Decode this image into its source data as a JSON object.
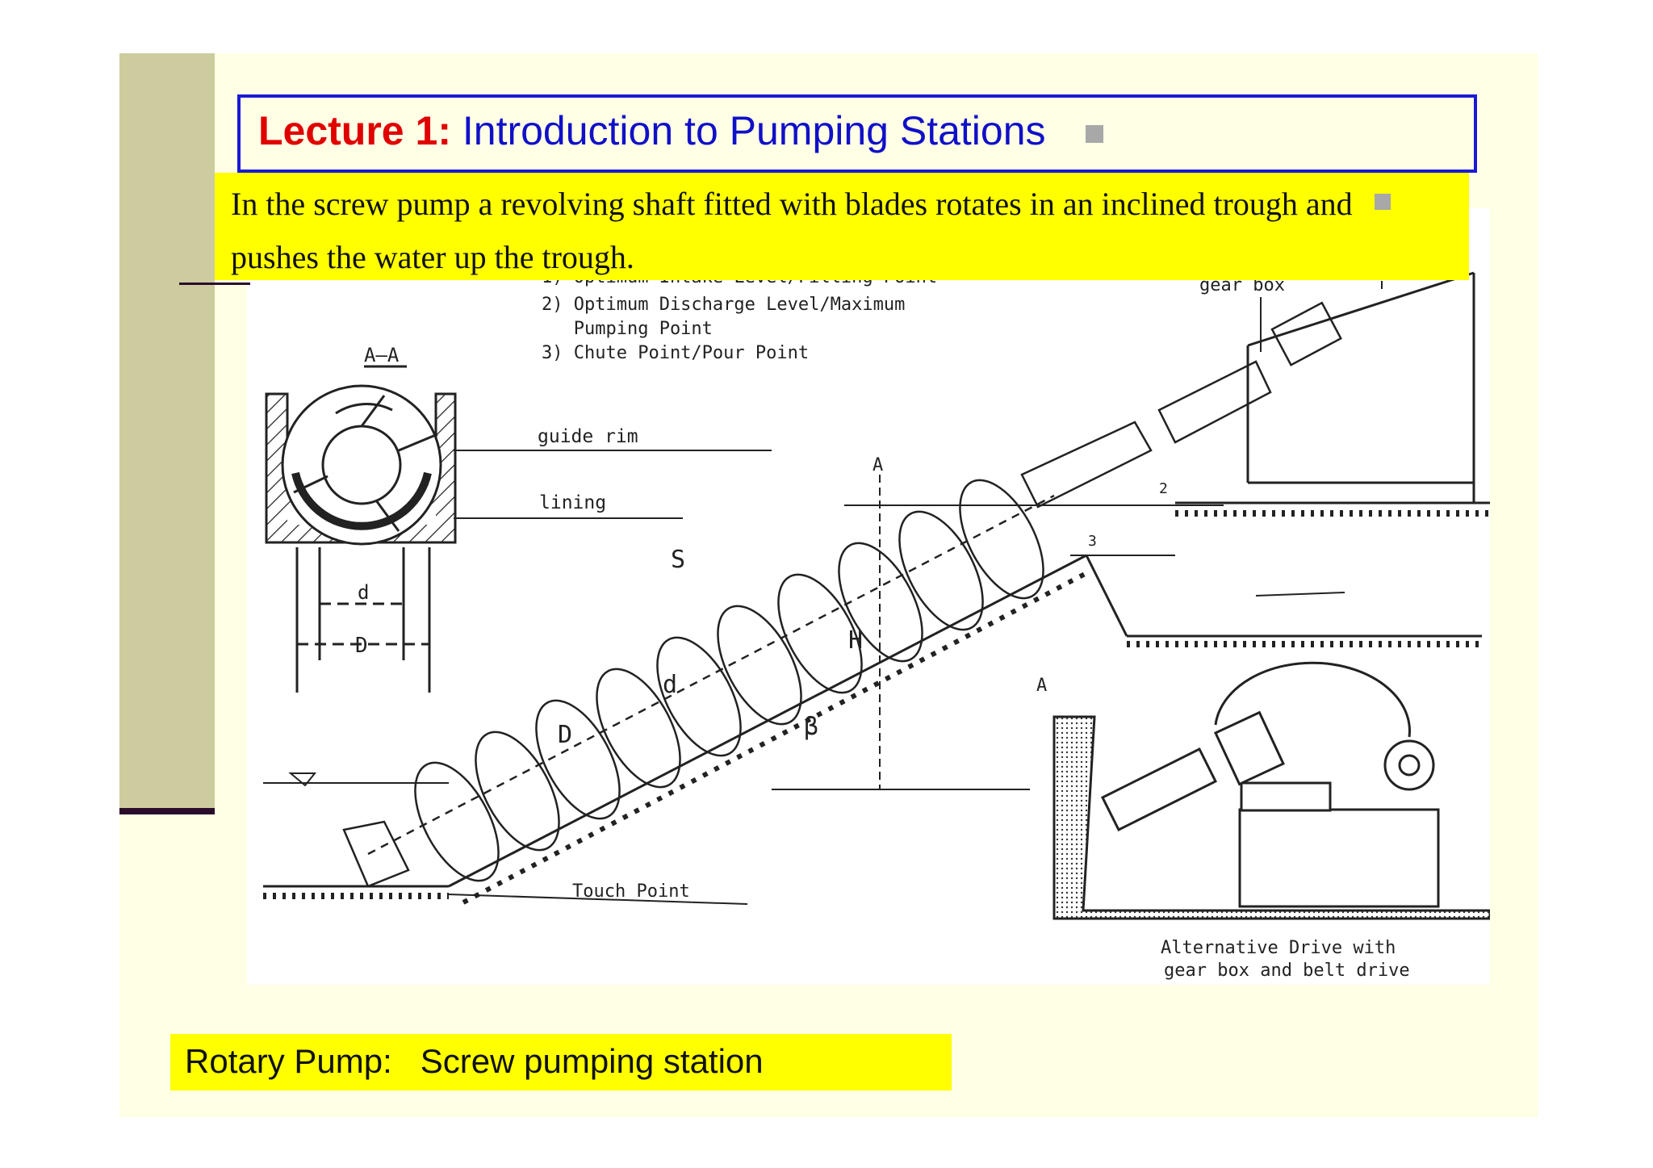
{
  "slide": {
    "title": {
      "prefix": "Lecture 1:",
      "text": "Introduction to Pumping Stations"
    },
    "note": "In the screw pump a revolving shaft fitted with blades rotates in an inclined trough and pushes the water up the trough.",
    "caption": "Rotary Pump:   Screw pumping station"
  },
  "diagram": {
    "legend": [
      "1) Optimum Intake Level/Filling Point",
      "2) Optimum Discharge Level/Maximum",
      "   Pumping Point",
      "3) Chute Point/Pour Point"
    ],
    "section_label": "A–A",
    "labels": {
      "gear_box": "gear box",
      "guide_rim": "guide rim",
      "lining": "lining",
      "touch_point": "Touch Point",
      "d": "d",
      "D": "D",
      "S": "S",
      "H": "H",
      "beta": "β",
      "A": "A",
      "level_2": "2",
      "level_3": "3"
    },
    "alt_drive": [
      "Alternative Drive with",
      "gear box and belt drive"
    ]
  }
}
